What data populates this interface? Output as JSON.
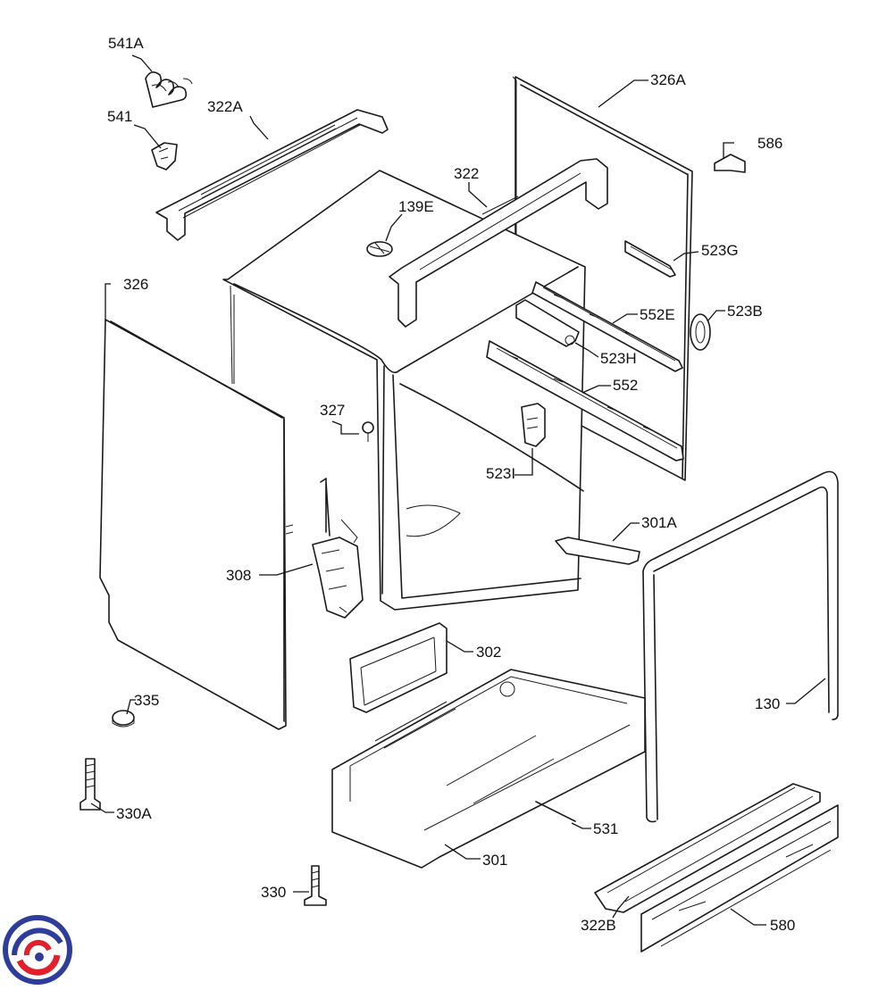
{
  "callouts": {
    "p541A": "541A",
    "p541": "541",
    "p322A": "322A",
    "p326A": "326A",
    "p322": "322",
    "p586": "586",
    "p139E": "139E",
    "p523G": "523G",
    "p326": "326",
    "p552E": "552E",
    "p523B": "523B",
    "p523H": "523H",
    "p552": "552",
    "p327": "327",
    "p523I": "523I",
    "p301A": "301A",
    "p308": "308",
    "p302": "302",
    "p335": "335",
    "p130": "130",
    "p330A": "330A",
    "p531": "531",
    "p301": "301",
    "p330": "330",
    "p322B": "322B",
    "p580": "580"
  },
  "colors": {
    "line": "#1a1a1a",
    "logo_blue": "#2f3d9a",
    "logo_red": "#e0202a"
  }
}
